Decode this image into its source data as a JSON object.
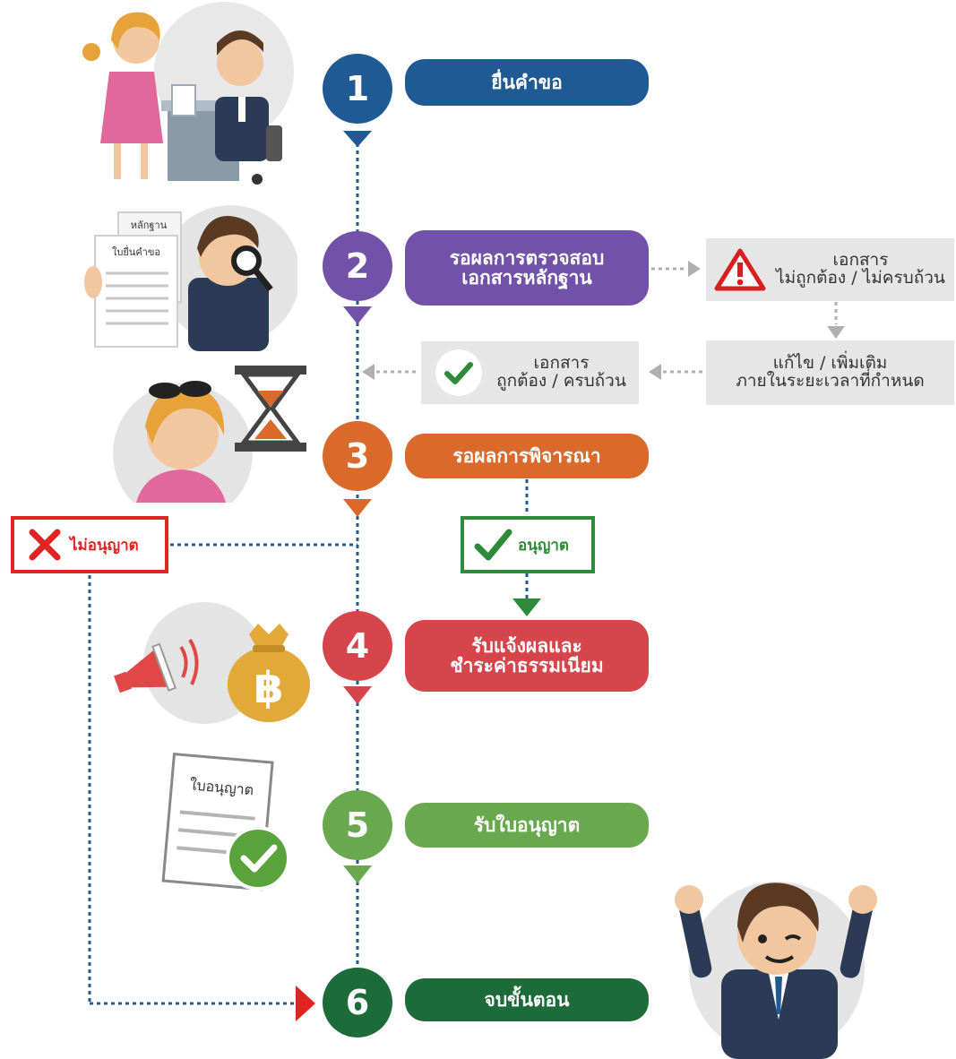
{
  "colors": {
    "step1": "#1f5a94",
    "step2": "#7152a8",
    "step3": "#d96a2b",
    "step4": "#d6454b",
    "step5": "#6aa84f",
    "step6": "#1e6b3a",
    "reject": "#e02424",
    "approve": "#2e8b3a",
    "dotted_line": "#1f5a94"
  },
  "steps": [
    {
      "number": "1",
      "label_lines": [
        "ยื่นคำขอ"
      ]
    },
    {
      "number": "2",
      "label_lines": [
        "รอผลการตรวจสอบ",
        "เอกสารหลักฐาน"
      ]
    },
    {
      "number": "3",
      "label_lines": [
        "รอผลการพิจารณา"
      ]
    },
    {
      "number": "4",
      "label_lines": [
        "รับแจ้งผลและ",
        "ชำระค่าธรรมเนียม"
      ]
    },
    {
      "number": "5",
      "label_lines": [
        "รับใบอนุญาต"
      ]
    },
    {
      "number": "6",
      "label_lines": [
        "จบขั้นตอน"
      ]
    }
  ],
  "document_check": {
    "invalid": {
      "line1": "เอกสาร",
      "line2": "ไม่ถูกต้อง / ไม่ครบถ้วน",
      "icon": "warning-icon"
    },
    "fix": {
      "line1": "แก้ไข / เพิ่มเติม",
      "line2": "ภายในระยะเวลาที่กำหนด"
    },
    "valid": {
      "line1": "เอกสาร",
      "line2": "ถูกต้อง / ครบถ้วน",
      "icon": "check-icon"
    }
  },
  "outcomes": {
    "rejected": "ไม่อนุญาต",
    "approved": "อนุญาต"
  },
  "illustrations": {
    "evidence_doc": "หลักฐาน",
    "application_doc": "ใบยื่นคำขอ",
    "license_doc": "ใบอนุญาต",
    "money_bag_symbol": "฿"
  }
}
